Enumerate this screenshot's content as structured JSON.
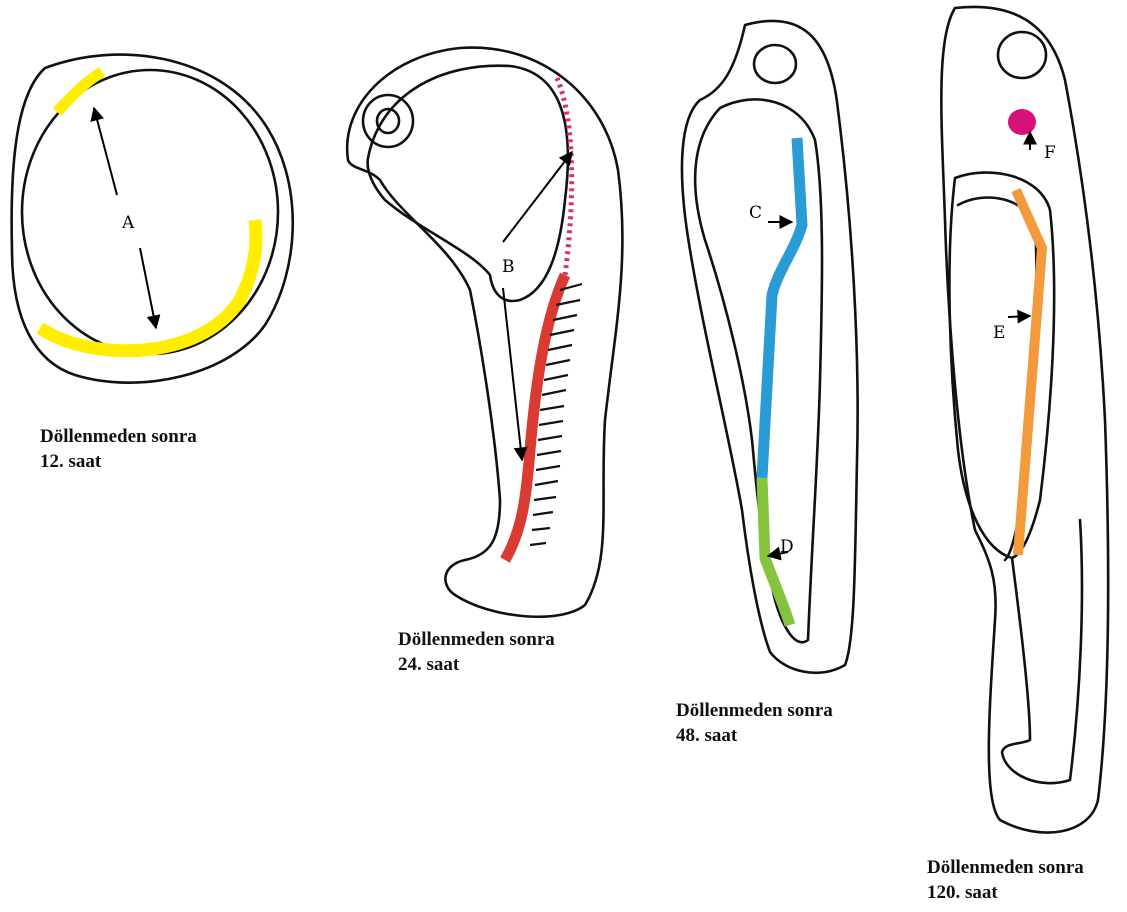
{
  "colors": {
    "A": "#ffee00",
    "B_solid": "#d93a32",
    "B_dotted": "#d6336c",
    "C": "#2b9bd6",
    "D": "#86c440",
    "E": "#f39a3c",
    "F": "#d6127a"
  },
  "labels": {
    "A": "A",
    "B": "B",
    "C": "C",
    "D": "D",
    "E": "E",
    "F": "F"
  },
  "stages": [
    {
      "title": "Döllenmeden sonra",
      "time": "12. saat"
    },
    {
      "title": "Döllenmeden sonra",
      "time": "24. saat"
    },
    {
      "title": "Döllenmeden sonra",
      "time": "48. saat"
    },
    {
      "title": "Döllenmeden sonra",
      "time": "120. saat"
    }
  ]
}
